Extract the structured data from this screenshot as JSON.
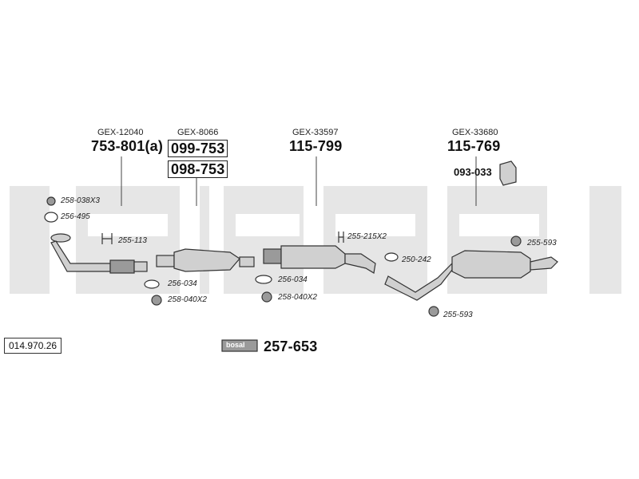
{
  "colors": {
    "watermark": "#e6e6e6",
    "line": "#333333",
    "part_fill": "#d0d0d0",
    "part_shade": "#9a9a9a"
  },
  "catalog_number": "014.970.26",
  "sections": {
    "front_pipe": {
      "gex": "GEX-12040",
      "part_no": "753-801(a)"
    },
    "catalyst": {
      "gex": "GEX-8066",
      "part_no_1": "099-753",
      "part_no_2": "098-753"
    },
    "center_silencer": {
      "gex": "GEX-33597",
      "part_no": "115-799"
    },
    "rear_silencer": {
      "gex": "GEX-33680",
      "part_no": "115-769",
      "mount_part_no": "093-033"
    }
  },
  "small_parts": {
    "nut_front_pipe": "258-038X3",
    "gasket_front_pipe": "256-495",
    "clamp_front": "255-113",
    "gasket_cat": "256-034",
    "bolt_cat": "258-040X2",
    "gasket_center": "256-034",
    "bolt_center": "258-040X2",
    "clamp_center": "255-215X2",
    "clamp_tail": "250-242",
    "rubber_rear_top": "255-593",
    "rubber_rear_bottom": "255-593"
  },
  "assembly_kit": {
    "brand": "bosal",
    "part_no": "257-653"
  }
}
